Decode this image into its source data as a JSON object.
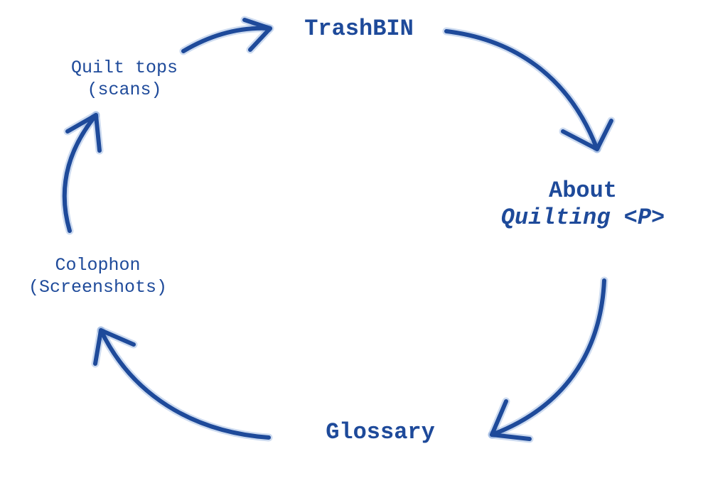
{
  "colors": {
    "ink": "#1e4a9a",
    "ink_light": "#4d7fc8"
  },
  "nodes": {
    "trashbin": {
      "label": "TrashBIN"
    },
    "about": {
      "line1": "About",
      "line2": "Quilting <P>"
    },
    "glossary": {
      "label": "Glossary"
    },
    "colophon": {
      "line1": "Colophon",
      "line2": "(Screenshots)"
    },
    "quilt_tops": {
      "line1": "Quilt tops",
      "line2": "(scans)"
    }
  },
  "edges": [
    {
      "from": "quilt_tops",
      "to": "trashbin"
    },
    {
      "from": "trashbin",
      "to": "about"
    },
    {
      "from": "about",
      "to": "glossary"
    },
    {
      "from": "glossary",
      "to": "colophon"
    },
    {
      "from": "colophon",
      "to": "quilt_tops"
    }
  ]
}
